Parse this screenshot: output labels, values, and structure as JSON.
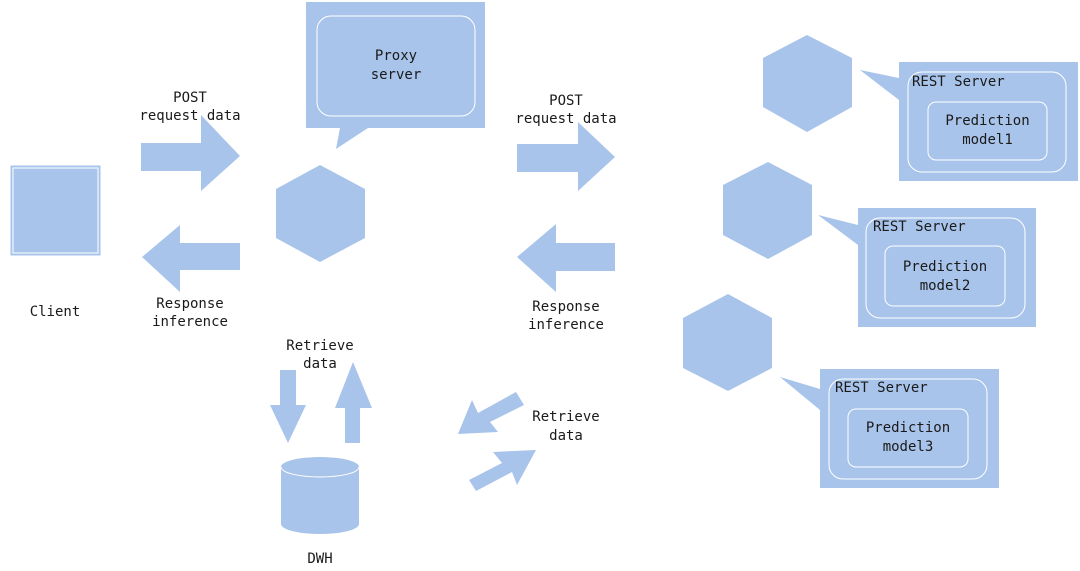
{
  "colors": {
    "fill": "#a9c4eb",
    "inner_border": "#ffffff",
    "text": "#1a1a1a"
  },
  "client": {
    "label": "Client"
  },
  "proxy": {
    "line1": "Proxy",
    "line2": "server"
  },
  "left_post": {
    "line1": "POST",
    "line2": "request data"
  },
  "left_response": {
    "line1": "Response",
    "line2": "inference"
  },
  "right_post": {
    "line1": "POST",
    "line2": "request data"
  },
  "right_response": {
    "line1": "Response",
    "line2": "inference"
  },
  "retrieve_left": {
    "line1": "Retrieve",
    "line2": "data"
  },
  "retrieve_right": {
    "line1": "Retrieve",
    "line2": "data"
  },
  "dwh": {
    "label": "DWH"
  },
  "servers": [
    {
      "title": "REST Server",
      "model_line1": "Prediction",
      "model_line2": "model1"
    },
    {
      "title": "REST Server",
      "model_line1": "Prediction",
      "model_line2": "model2"
    },
    {
      "title": "REST Server",
      "model_line1": "Prediction",
      "model_line2": "model3"
    }
  ]
}
